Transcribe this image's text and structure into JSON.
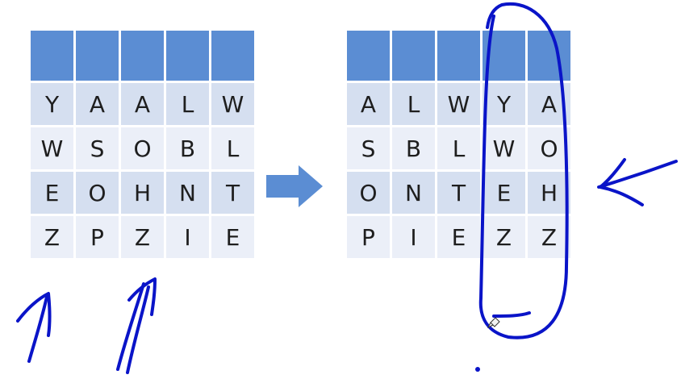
{
  "colors": {
    "header": "#5b8dd3",
    "row_odd": "#d5dff0",
    "row_even": "#ebeff8",
    "arrow": "#5b8dd3",
    "ink": "#0a14c8"
  },
  "icons": {
    "transform_arrow": "right-arrow-icon"
  },
  "left_grid": {
    "rows": [
      [
        "Y",
        "A",
        "A",
        "L",
        "W"
      ],
      [
        "W",
        "S",
        "O",
        "B",
        "L"
      ],
      [
        "E",
        "O",
        "H",
        "N",
        "T"
      ],
      [
        "Z",
        "P",
        "Z",
        "I",
        "E"
      ]
    ]
  },
  "right_grid": {
    "rows": [
      [
        "A",
        "L",
        "W",
        "Y",
        "A"
      ],
      [
        "S",
        "B",
        "L",
        "W",
        "O"
      ],
      [
        "O",
        "N",
        "T",
        "E",
        "H"
      ],
      [
        "P",
        "I",
        "E",
        "Z",
        "Z"
      ]
    ]
  }
}
